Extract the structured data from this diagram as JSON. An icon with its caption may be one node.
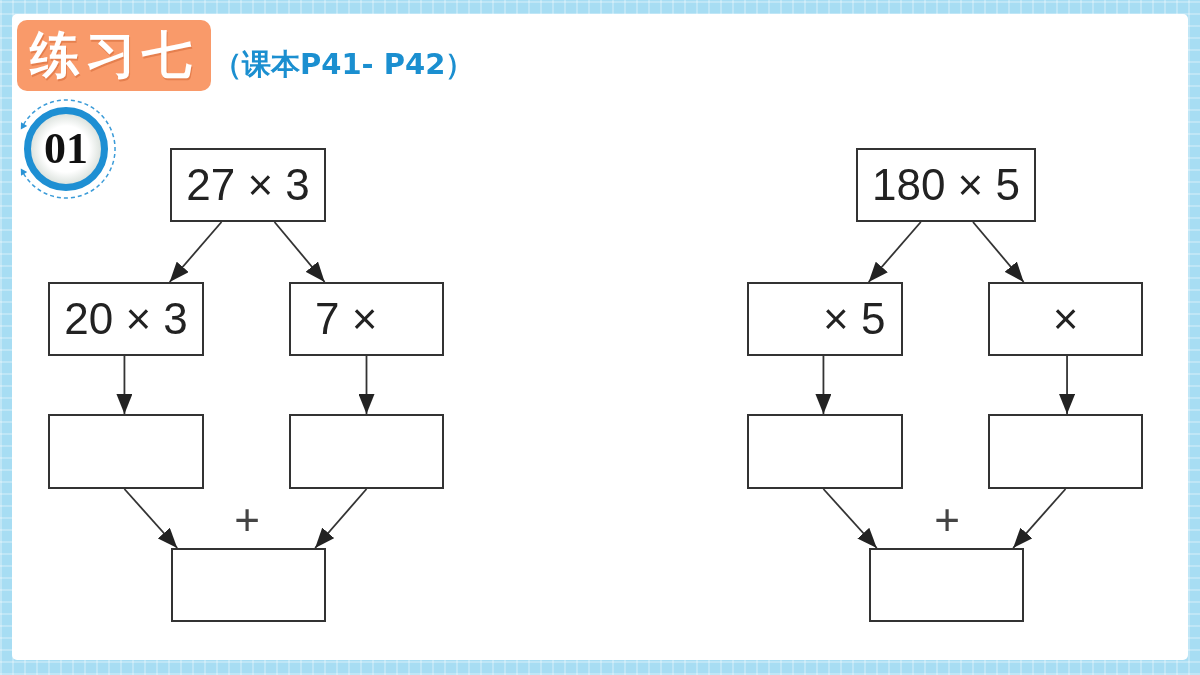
{
  "diagram": {
    "title": "练习七",
    "nodes": [
      {
        "text": [
          "01"
        ]
      },
      {
        "text": [
          "27 × 3"
        ]
      },
      {
        "text": [
          "20 × 3"
        ]
      },
      {
        "text": [
          "7 ×"
        ]
      },
      {
        "text": [],
        "shape": "box"
      },
      {
        "text": [],
        "shape": "box"
      },
      {
        "text": [],
        "shape": "box"
      },
      {
        "text": [
          "180 × 5"
        ]
      },
      {
        "text": [
          "× 5"
        ]
      },
      {
        "text": [
          "×"
        ]
      },
      {
        "text": [],
        "shape": "box"
      },
      {
        "text": [],
        "shape": "box"
      },
      {
        "text": [],
        "shape": "box"
      }
    ],
    "edges": [
      {
        "from": 1,
        "to": 2,
        "arrow": "to"
      },
      {
        "from": 1,
        "to": 3,
        "arrow": "to"
      },
      {
        "from": 2,
        "to": 4,
        "arrow": "to"
      },
      {
        "from": 3,
        "to": 5,
        "arrow": "to"
      },
      {
        "from": 4,
        "to": 6,
        "arrow": "to"
      },
      {
        "from": 5,
        "to": 6,
        "arrow": "to"
      },
      {
        "from": 7,
        "to": 8,
        "arrow": "to"
      },
      {
        "from": 7,
        "to": 9,
        "arrow": "to"
      },
      {
        "from": 8,
        "to": 10,
        "arrow": "to"
      },
      {
        "from": 9,
        "to": 11,
        "arrow": "to"
      },
      {
        "from": 10,
        "to": 12,
        "arrow": "to"
      },
      {
        "from": 11,
        "to": 12,
        "arrow": "to"
      }
    ],
    "labels": [
      "（课本P41- P42）",
      "+",
      "+"
    ]
  }
}
